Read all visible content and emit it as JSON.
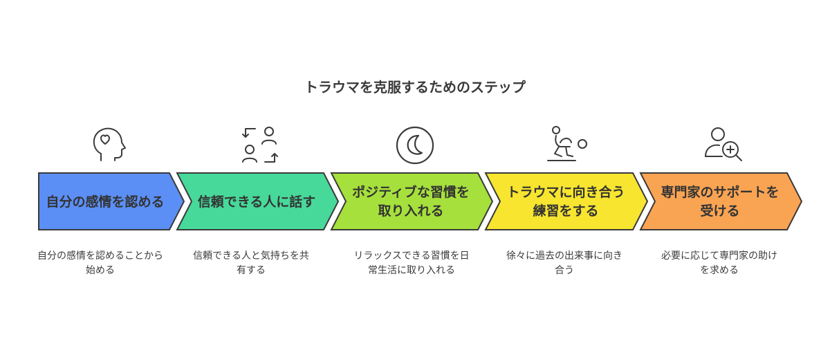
{
  "title": "トラウマを克服するためのステップ",
  "steps": [
    {
      "label": "自分の感情を認める",
      "description": "自分の感情を認めることから始める",
      "icon": "heart-head-icon",
      "color": "#5b8ff5"
    },
    {
      "label": "信頼できる人に話す",
      "description": "信頼できる人と気持ちを共有する",
      "icon": "people-exchange-icon",
      "color": "#47d99a"
    },
    {
      "label": "ポジティブな習慣を取り入れる",
      "description": "リラックスできる習慣を日常生活に取り入れる",
      "icon": "moon-icon",
      "color": "#a6e03c"
    },
    {
      "label": "トラウマに向き合う練習をする",
      "description": "徐々に過去の出来事に向き合う",
      "icon": "person-pushing-icon",
      "color": "#f7e52f"
    },
    {
      "label": "専門家のサポートを受ける",
      "description": "必要に応じて専門家の助けを求める",
      "icon": "person-search-plus-icon",
      "color": "#f9a453"
    }
  ]
}
